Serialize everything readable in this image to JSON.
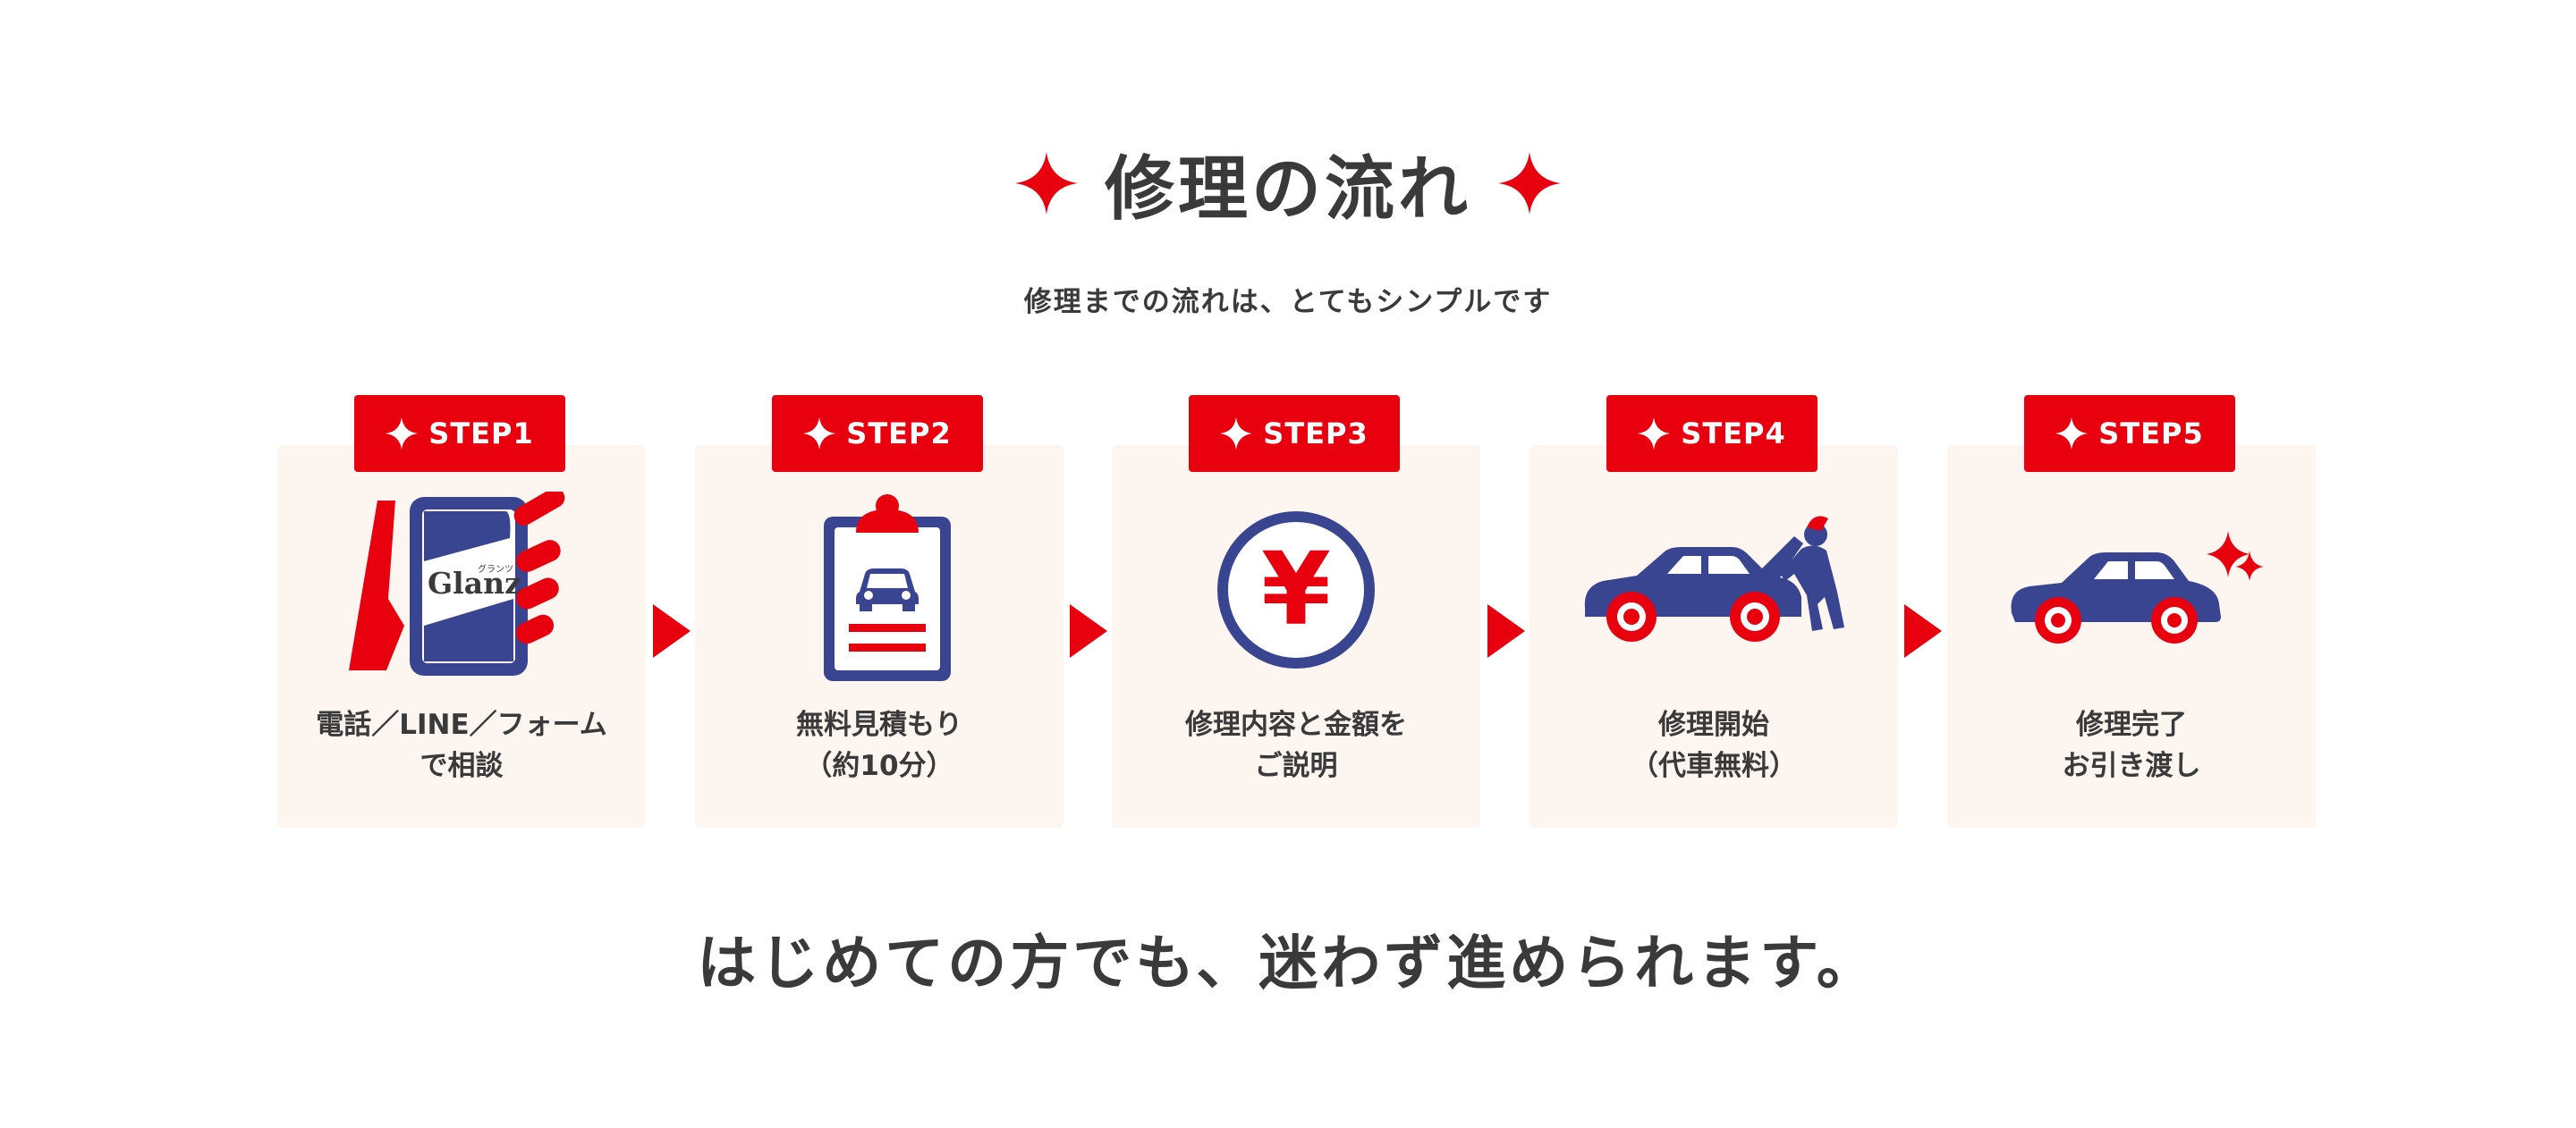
{
  "header": {
    "title": "修理の流れ",
    "subtitle": "修理までの流れは、とてもシンプルです"
  },
  "steps": [
    {
      "badge": "STEP1",
      "icon": "smartphone-hand-icon",
      "logo_text": "Glanz",
      "logo_ruby": "グランツ",
      "line1": "電話／LINE／フォーム",
      "line2": "で相談"
    },
    {
      "badge": "STEP2",
      "icon": "clipboard-car-icon",
      "line1": "無料見積もり",
      "line2": "（約10分）"
    },
    {
      "badge": "STEP3",
      "icon": "yen-coin-icon",
      "symbol": "¥",
      "line1": "修理内容と金額を",
      "line2": "ご説明"
    },
    {
      "badge": "STEP4",
      "icon": "car-mechanic-icon",
      "line1": "修理開始",
      "line2": "（代車無料）"
    },
    {
      "badge": "STEP5",
      "icon": "sparkling-car-icon",
      "line1": "修理完了",
      "line2": "お引き渡し"
    }
  ],
  "tagline": "はじめての方でも、迷わず進められます。",
  "colors": {
    "accent_red": "#e8000e",
    "navy": "#3a4591",
    "card_bg": "#fdf5f0",
    "text": "#3a3a3a"
  }
}
